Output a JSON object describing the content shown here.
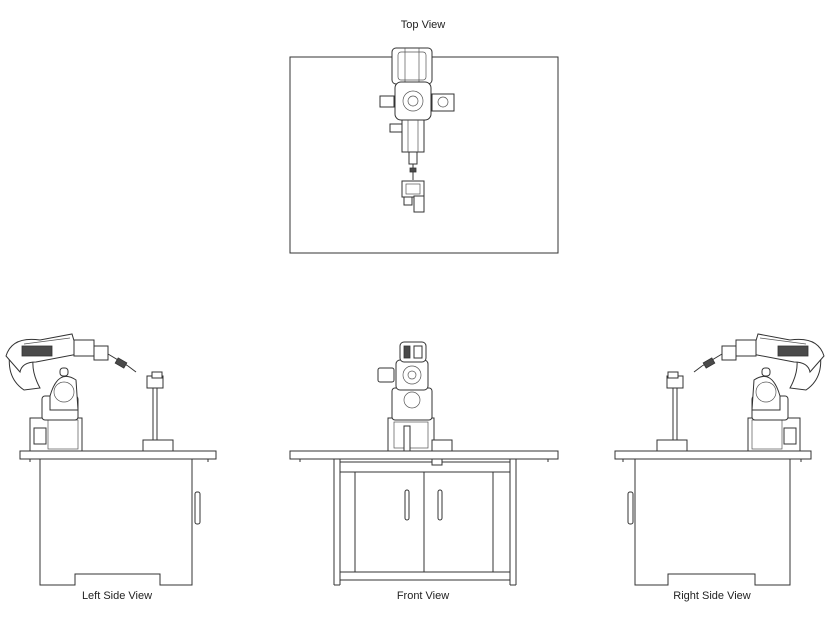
{
  "views": {
    "top": {
      "label": "Top View"
    },
    "left": {
      "label": "Left Side View"
    },
    "front": {
      "label": "Front View"
    },
    "right": {
      "label": "Right Side View"
    }
  },
  "colors": {
    "line": "#333333",
    "background": "#ffffff"
  }
}
